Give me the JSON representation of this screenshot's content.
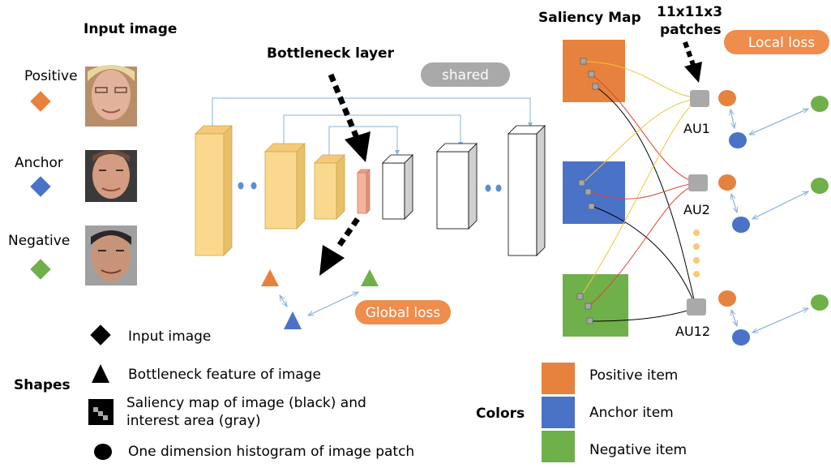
{
  "input_section": {
    "title": "Input image",
    "positive_label": "Positive",
    "anchor_label": "Anchor",
    "negative_label": "Negative"
  },
  "network": {
    "bottleneck_label": "Bottleneck layer",
    "shared_label": "shared",
    "global_loss_label": "Global loss"
  },
  "saliency": {
    "title": "Saliency Map",
    "patch_size_line1": "11x11x3",
    "patch_size_line2": "patches",
    "local_loss_label": "Local loss",
    "au_labels": [
      "AU1",
      "AU2",
      "AU12"
    ]
  },
  "shapes_legend": {
    "title": "Shapes",
    "input_image": "Input image",
    "bottleneck_feature": "Bottleneck feature of image",
    "saliency_line1": "Saliency map of image (black) and",
    "saliency_line2": "interest area (gray)",
    "histogram": "One dimension histogram of image patch"
  },
  "colors_legend": {
    "title": "Colors",
    "positive": "Positive item",
    "anchor": "Anchor item",
    "negative": "Negative item"
  },
  "colors": {
    "positive": "#E6823D",
    "anchor": "#4A72C7",
    "negative": "#70B04A",
    "loss_pill": "#EE8D4C",
    "shared_pill": "#A9A9A9",
    "layer_fill": "#FAD98E",
    "bottleneck_fill": "#F6B29A",
    "connector_line": "#8AB2DC",
    "curve_yellow": "#F2C43A",
    "curve_red": "#D9443A"
  }
}
